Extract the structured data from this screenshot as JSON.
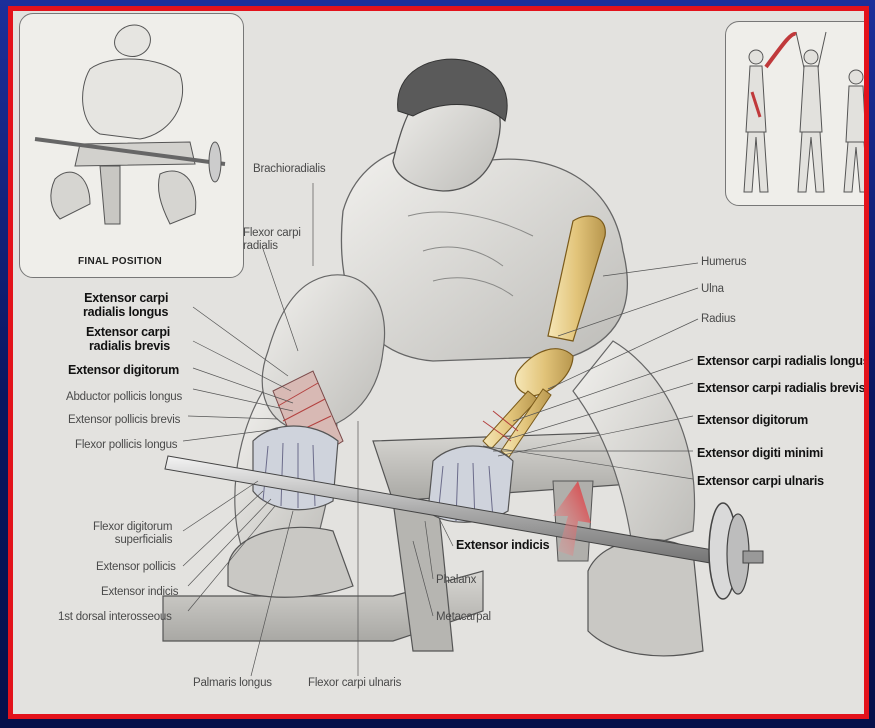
{
  "inset_caption": "FINAL POSITION",
  "labels_left": [
    {
      "text": "Brachioradialis",
      "bold": false
    },
    {
      "text": "Flexor carpi\nradialis",
      "bold": false
    },
    {
      "text": "Extensor carpi\nradialis longus",
      "bold": true
    },
    {
      "text": "Extensor carpi\nradialis brevis",
      "bold": true
    },
    {
      "text": "Extensor digitorum",
      "bold": true
    },
    {
      "text": "Abductor pollicis longus",
      "bold": false
    },
    {
      "text": "Extensor pollicis brevis",
      "bold": false
    },
    {
      "text": "Flexor pollicis longus",
      "bold": false
    },
    {
      "text": "Flexor digitorum\nsuperficialis",
      "bold": false
    },
    {
      "text": "Extensor pollicis",
      "bold": false
    },
    {
      "text": "Extensor indicis",
      "bold": false
    },
    {
      "text": "1st dorsal interosseous",
      "bold": false
    }
  ],
  "labels_right": [
    {
      "text": "Humerus",
      "bold": false
    },
    {
      "text": "Ulna",
      "bold": false
    },
    {
      "text": "Radius",
      "bold": false
    },
    {
      "text": "Extensor carpi radialis longus",
      "bold": true
    },
    {
      "text": "Extensor carpi radialis brevis",
      "bold": true
    },
    {
      "text": "Extensor digitorum",
      "bold": true
    },
    {
      "text": "Extensor digiti minimi",
      "bold": true
    },
    {
      "text": "Extensor carpi ulnaris",
      "bold": true
    }
  ],
  "labels_bottom": [
    {
      "text": "Extensor indicis",
      "bold": true
    },
    {
      "text": "Phalanx",
      "bold": false
    },
    {
      "text": "Metacarpal",
      "bold": false
    },
    {
      "text": "Palmaris longus",
      "bold": false
    },
    {
      "text": "Flexor carpi ulnaris",
      "bold": false
    }
  ]
}
